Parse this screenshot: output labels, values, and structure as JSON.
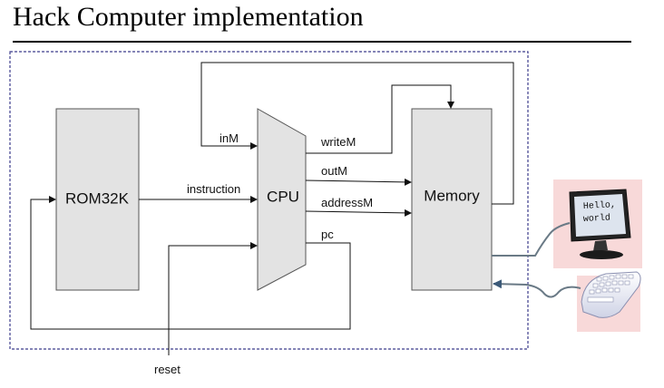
{
  "title": "Hack Computer implementation",
  "blocks": {
    "rom": "ROM32K",
    "cpu": "CPU",
    "memory": "Memory"
  },
  "signals": {
    "instruction": "instruction",
    "inM": "inM",
    "writeM": "writeM",
    "outM": "outM",
    "addressM": "addressM",
    "pc": "pc",
    "reset": "reset"
  },
  "screen_text": {
    "line1": "Hello,",
    "line2": "world"
  },
  "icons": [
    "monitor-icon",
    "keyboard-icon"
  ],
  "colors": {
    "block_fill": "#e3e3e3",
    "border_dashed": "#3c3c8c",
    "peripheral_bg": "#f8d9d9",
    "cable": "#6a7a86"
  }
}
